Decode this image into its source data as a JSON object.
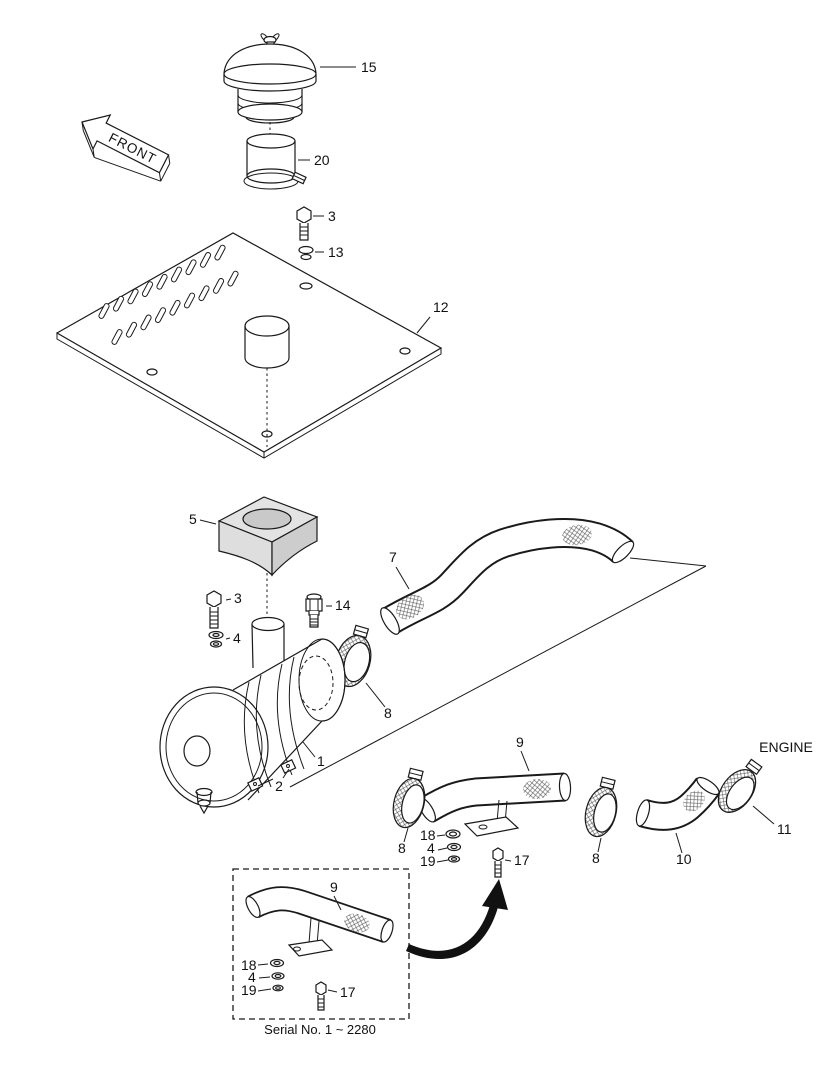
{
  "page": {
    "background": "#ffffff",
    "line_color": "#1a1a1a"
  },
  "diagram": {
    "front_label": "FRONT",
    "engine_label": "ENGINE",
    "serial_note": "Serial No. 1 ~ 2280"
  },
  "callouts": {
    "precleaner": "15",
    "intake_tube": "20",
    "bolt_top": "3",
    "washer_top": "13",
    "cover_plate": "12",
    "bracket": "5",
    "hose_upper": "7",
    "bolt_left": "3",
    "washer_left": "4",
    "valve": "14",
    "clamp_outlet": "8",
    "air_cleaner": "1",
    "band_clamps": "2",
    "hose_mid": "9",
    "clamp_mid_left": "8",
    "clamp_mid_right": "8",
    "hose_elbow": "10",
    "clamp_engine": "11",
    "nut_18": "18",
    "washer_4": "4",
    "washer_19": "19",
    "bolt_17": "17",
    "inset_hose": "9",
    "inset_18": "18",
    "inset_4": "4",
    "inset_19": "19",
    "inset_17": "17"
  }
}
